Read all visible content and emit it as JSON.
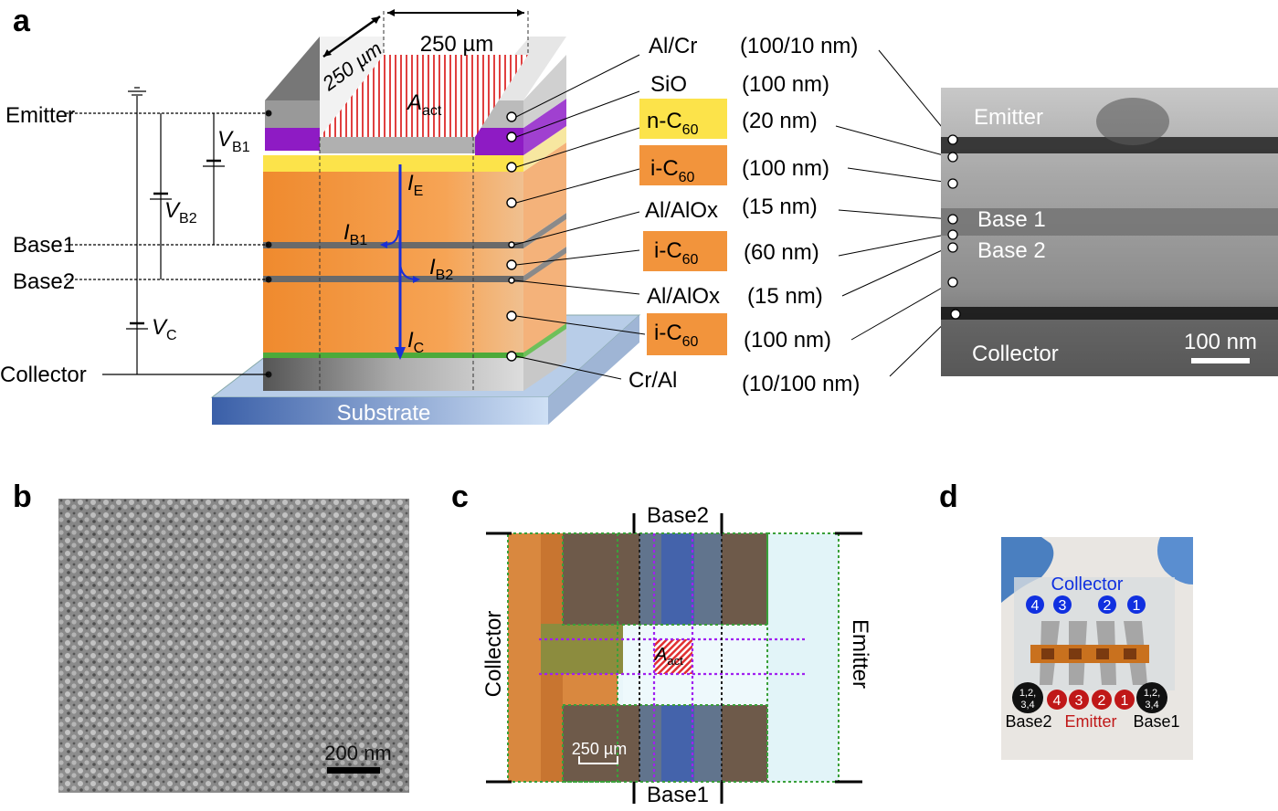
{
  "panels": {
    "a": "a",
    "b": "b",
    "c": "c",
    "d": "d"
  },
  "device": {
    "width_top": "250 µm",
    "width_side": "250 µm",
    "active_area": "A",
    "active_area_sub": "act",
    "substrate": "Substrate"
  },
  "terminals": {
    "emitter": "Emitter",
    "base1": "Base1",
    "base2": "Base2",
    "collector": "Collector"
  },
  "voltages": {
    "vb1": "V",
    "vb1_sub": "B1",
    "vb2": "V",
    "vb2_sub": "B2",
    "vc": "V",
    "vc_sub": "C"
  },
  "currents": {
    "ie": "I",
    "ie_sub": "E",
    "ib1": "I",
    "ib1_sub": "B1",
    "ib2": "I",
    "ib2_sub": "B2",
    "ic": "I",
    "ic_sub": "C"
  },
  "layers": [
    {
      "name": "Al/Cr",
      "thickness": "(100/10 nm)"
    },
    {
      "name": "SiO",
      "thickness": "(100 nm)"
    },
    {
      "name": "n-C",
      "sub": "60",
      "thickness": "(20 nm)",
      "color": "#fce34a"
    },
    {
      "name": "i-C",
      "sub": "60",
      "thickness": "(100 nm)",
      "color": "#f2943c"
    },
    {
      "name": "Al/AlOx",
      "thickness": "(15 nm)"
    },
    {
      "name": "i-C",
      "sub": "60",
      "thickness": "(60 nm)",
      "color": "#f2943c"
    },
    {
      "name": "Al/AlOx",
      "thickness": "(15 nm)"
    },
    {
      "name": "i-C",
      "sub": "60",
      "thickness": "(100 nm)",
      "color": "#f2943c"
    },
    {
      "name": "Cr/Al",
      "thickness": "(10/100 nm)"
    }
  ],
  "tem": {
    "emitter": "Emitter",
    "base1": "Base 1",
    "base2": "Base 2",
    "collector": "Collector",
    "scale": "100 nm"
  },
  "sem": {
    "scale": "200 nm"
  },
  "photo_c": {
    "base2": "Base2",
    "base1": "Base1",
    "collector": "Collector",
    "emitter": "Emitter",
    "area": "A",
    "area_sub": "act",
    "scale": "250 µm"
  },
  "photo_d": {
    "collector": "Collector",
    "collector_pads": [
      "4",
      "3",
      "2",
      "1"
    ],
    "emitter_pads": [
      "4",
      "3",
      "2",
      "1"
    ],
    "base_pad_l1": "1,2,",
    "base_pad_l2": "3,4",
    "base2": "Base2",
    "emitter": "Emitter",
    "base1": "Base1"
  },
  "colors": {
    "current_arrow": "#1a2fd6",
    "collector_pad": "#1030e0",
    "emitter_pad": "#c01818"
  }
}
